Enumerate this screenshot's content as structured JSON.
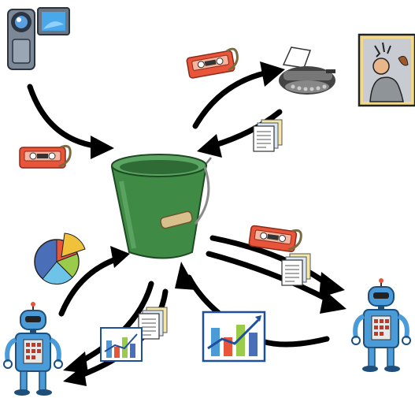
{
  "diagram": {
    "hub": {
      "icon": "bucket-icon"
    },
    "nodes": [
      {
        "id": "camcorder",
        "icon": "camcorder-icon"
      },
      {
        "id": "typewriter",
        "icon": "typewriter-icon"
      },
      {
        "id": "painting",
        "icon": "painting-icon"
      },
      {
        "id": "pie-chart",
        "icon": "pie-chart-icon"
      },
      {
        "id": "robot-left",
        "icon": "robot-icon"
      },
      {
        "id": "robot-right",
        "icon": "robot-icon"
      },
      {
        "id": "bar-chart",
        "icon": "bar-chart-icon"
      }
    ],
    "items": [
      {
        "icon": "videotape-icon"
      },
      {
        "icon": "document-stack-icon"
      }
    ],
    "colors": {
      "bucket": "#3f8a45",
      "tape": "#e8553a",
      "robot": "#4a9bd8",
      "arrow": "#000000"
    }
  }
}
